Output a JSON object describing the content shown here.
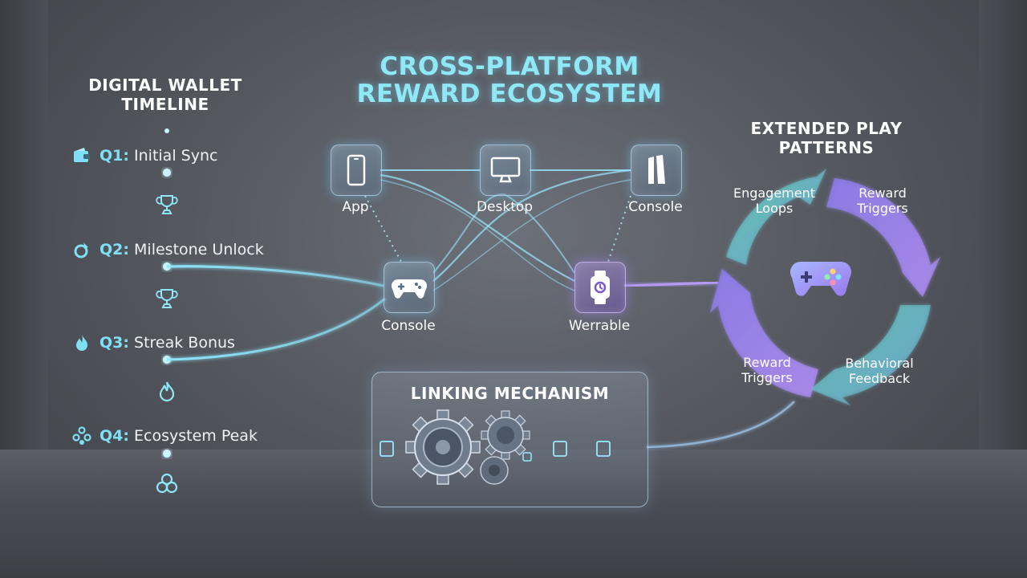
{
  "main_title": "CROSS-PLATFORM\nREWARD ECOSYSTEM",
  "timeline": {
    "title": "DIGITAL WALLET\nTIMELINE",
    "milestones": [
      {
        "quarter": "Q1:",
        "label": "Initial Sync",
        "icon": "wallet-icon"
      },
      {
        "quarter": "Q2:",
        "label": "Milestone Unlock",
        "icon": "badge-icon"
      },
      {
        "quarter": "Q3:",
        "label": "Streak Bonus",
        "icon": "flame-icon"
      },
      {
        "quarter": "Q4:",
        "label": "Ecosystem Peak",
        "icon": "network-icon"
      }
    ],
    "markers": [
      "trophy-icon",
      "trophy-icon",
      "flame-icon",
      "rings-icon"
    ]
  },
  "platforms": [
    {
      "label": "App",
      "icon": "smartphone-icon"
    },
    {
      "label": "Desktop",
      "icon": "monitor-icon"
    },
    {
      "label": "Console",
      "icon": "console-tower-icon"
    },
    {
      "label": "Console",
      "icon": "gamepad-icon"
    },
    {
      "label": "Werrable",
      "icon": "smartwatch-icon"
    }
  ],
  "linking": {
    "title": "LINKING MECHANISM",
    "icon": "gears-icon"
  },
  "play_patterns": {
    "title": "EXTENDED PLAY\nPATTERNS",
    "center_icon": "gamepad-icon",
    "stages": [
      "Engagement\nLoops",
      "Reward\nTriggers",
      "Behavioral\nFeedback",
      "Reward\nTriggers"
    ]
  },
  "colors": {
    "cyan": "#7fe0f5",
    "purple": "#a98cf0",
    "teal": "#5fd9c4"
  }
}
